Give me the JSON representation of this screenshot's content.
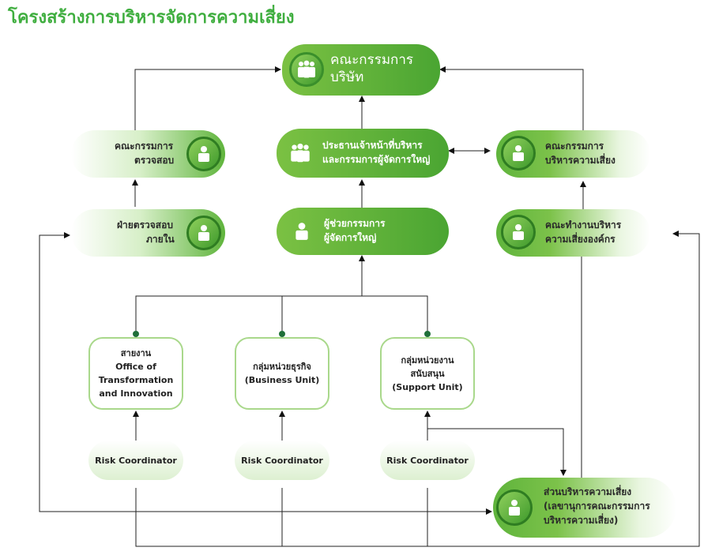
{
  "title": "โครงสร้างการบริหารจัดการความเสี่ยง",
  "board": {
    "line1": "คณะกรรมการ",
    "line2": "บริษัท"
  },
  "audit_committee": {
    "line1": "คณะกรรมการ",
    "line2": "ตรวจสอบ"
  },
  "ceo": {
    "line1": "ประธานเจ้าหน้าที่บริหาร",
    "line2": "และกรรมการผู้จัดการใหญ่"
  },
  "risk_committee": {
    "line1": "คณะกรรมการ",
    "line2": "บริหารความเสี่ยง"
  },
  "internal_audit": {
    "line1": "ฝ่ายตรวจสอบ",
    "line2": "ภายใน"
  },
  "assistant_md": {
    "line1": "ผู้ช่วยกรรมการ",
    "line2": "ผู้จัดการใหญ่"
  },
  "erm_working_group": {
    "line1": "คณะทำงานบริหาร",
    "line2": "ความเสี่ยงองค์กร"
  },
  "units": [
    {
      "lines": [
        "สายงาน",
        "Office of",
        "Transformation",
        "and Innovation"
      ]
    },
    {
      "lines": [
        "กลุ่มหน่วยธุรกิจ",
        "(Business Unit)"
      ]
    },
    {
      "lines": [
        "กลุ่มหน่วยงาน",
        "สนับสนุน",
        "(Support Unit)"
      ]
    }
  ],
  "coordinators": [
    "Risk Coordinator",
    "Risk Coordinator",
    "Risk Coordinator"
  ],
  "risk_dept": {
    "line1": "ส่วนบริหารความเสี่ยง",
    "line2": "(เลขานุการคณะกรรมการ",
    "line3": "บริหารความเสี่ยง)"
  },
  "icons": {
    "person": "person-icon",
    "group": "group-icon"
  },
  "colors": {
    "title": "#3fae3f",
    "green": "#4aa532",
    "box_border": "#a9d88b",
    "dot": "#1f6f3a"
  }
}
